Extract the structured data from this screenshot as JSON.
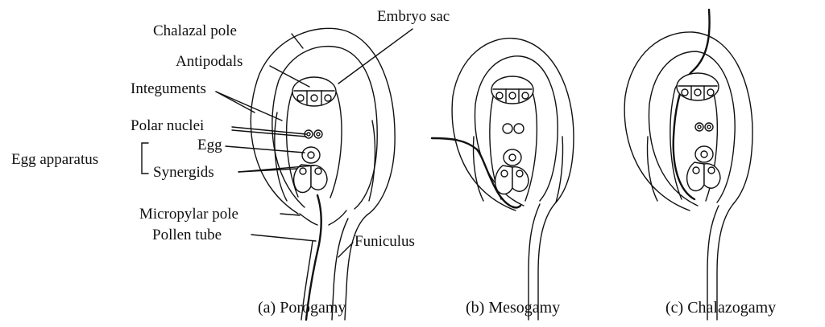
{
  "labels": {
    "chalazal_pole": "Chalazal pole",
    "embryo_sac": "Embryo sac",
    "antipodals": "Antipodals",
    "integuments": "Integuments",
    "polar_nuclei": "Polar nuclei",
    "egg": "Egg",
    "egg_apparatus": "Egg apparatus",
    "synergids": "Synergids",
    "micropylar_pole": "Micropylar pole",
    "pollen_tube": "Pollen tube",
    "funiculus": "Funiculus"
  },
  "captions": {
    "a": "(a) Porogamy",
    "b": "(b) Mesogamy",
    "c": "(c) Chalazogamy"
  }
}
